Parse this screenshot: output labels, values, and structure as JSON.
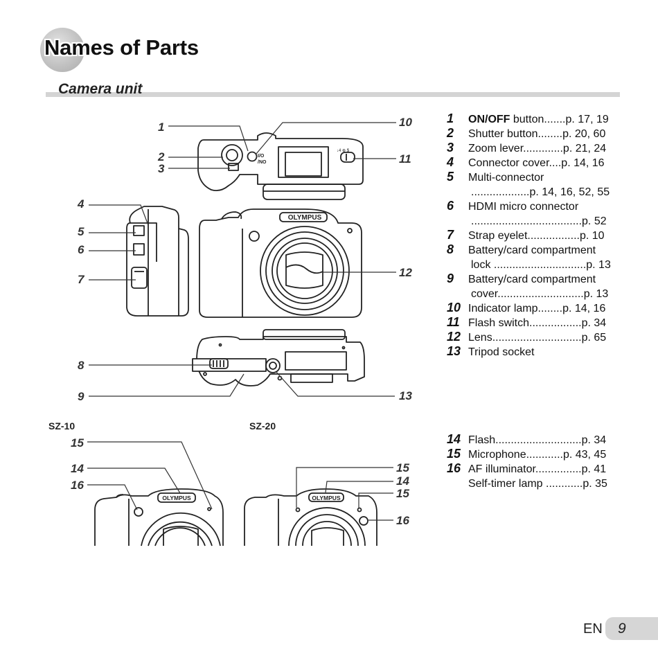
{
  "header": {
    "title": "Names of Parts",
    "section": "Camera unit"
  },
  "models": {
    "a": "SZ-10",
    "b": "SZ-20"
  },
  "callouts": [
    "1",
    "2",
    "3",
    "4",
    "5",
    "6",
    "7",
    "8",
    "9",
    "10",
    "11",
    "12",
    "13",
    "14",
    "15",
    "16"
  ],
  "parts": [
    {
      "num": "1",
      "name": "ON/OFF",
      "name_rest": " button",
      "page": ".......p. 17, 19"
    },
    {
      "num": "2",
      "name": "Shutter button",
      "page": "........p. 20, 60"
    },
    {
      "num": "3",
      "name": "Zoom lever",
      "page": ".............p. 21, 24"
    },
    {
      "num": "4",
      "name": "Connector cover",
      "page": "....p. 14, 16"
    },
    {
      "num": "5",
      "name": "Multi-connector",
      "line2": "...................p. 14, 16, 52, 55"
    },
    {
      "num": "6",
      "name": "HDMI micro connector",
      "line2": "....................................p. 52"
    },
    {
      "num": "7",
      "name": "Strap eyelet",
      "page": ".................p. 10"
    },
    {
      "num": "8",
      "name": "Battery/card compartment",
      "line2": "lock ..............................p. 13"
    },
    {
      "num": "9",
      "name": "Battery/card compartment",
      "line2": "cover............................p. 13"
    },
    {
      "num": "10",
      "name": "Indicator lamp",
      "page": "........p. 14, 16"
    },
    {
      "num": "11",
      "name": "Flash switch",
      "page": ".................p. 34"
    },
    {
      "num": "12",
      "name": "Lens",
      "page": ".............................p. 65"
    },
    {
      "num": "13",
      "name": "Tripod socket"
    }
  ],
  "parts2": [
    {
      "num": "14",
      "name": "Flash",
      "page": "............................p. 34"
    },
    {
      "num": "15",
      "name": "Microphone",
      "page": "............p. 43, 45"
    },
    {
      "num": "16",
      "name": "AF illuminator",
      "page": "...............p. 41",
      "line2": "Self-timer lamp ............p. 35"
    }
  ],
  "diagram_text": {
    "brand": "OLYMPUS",
    "flash_switch": "↓4 ⊕ $"
  },
  "footer": {
    "lang": "EN",
    "page": "9"
  }
}
